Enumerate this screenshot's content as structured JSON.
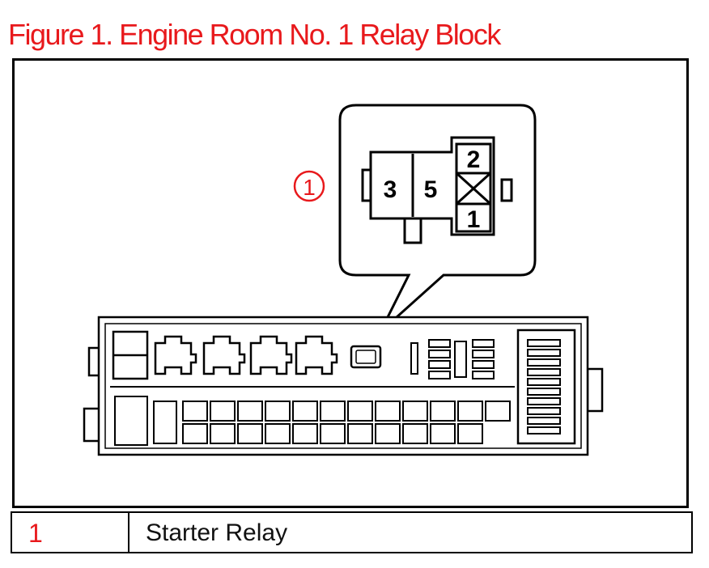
{
  "title": "Figure 1. Engine Room No. 1 Relay Block",
  "callout": {
    "number": "1",
    "relay_terminals": [
      "3",
      "5",
      "2",
      "1"
    ]
  },
  "legend": {
    "rows": [
      {
        "number": "1",
        "name": "Starter Relay"
      }
    ]
  },
  "colors": {
    "accent": "#e8191c",
    "line": "#000000"
  }
}
